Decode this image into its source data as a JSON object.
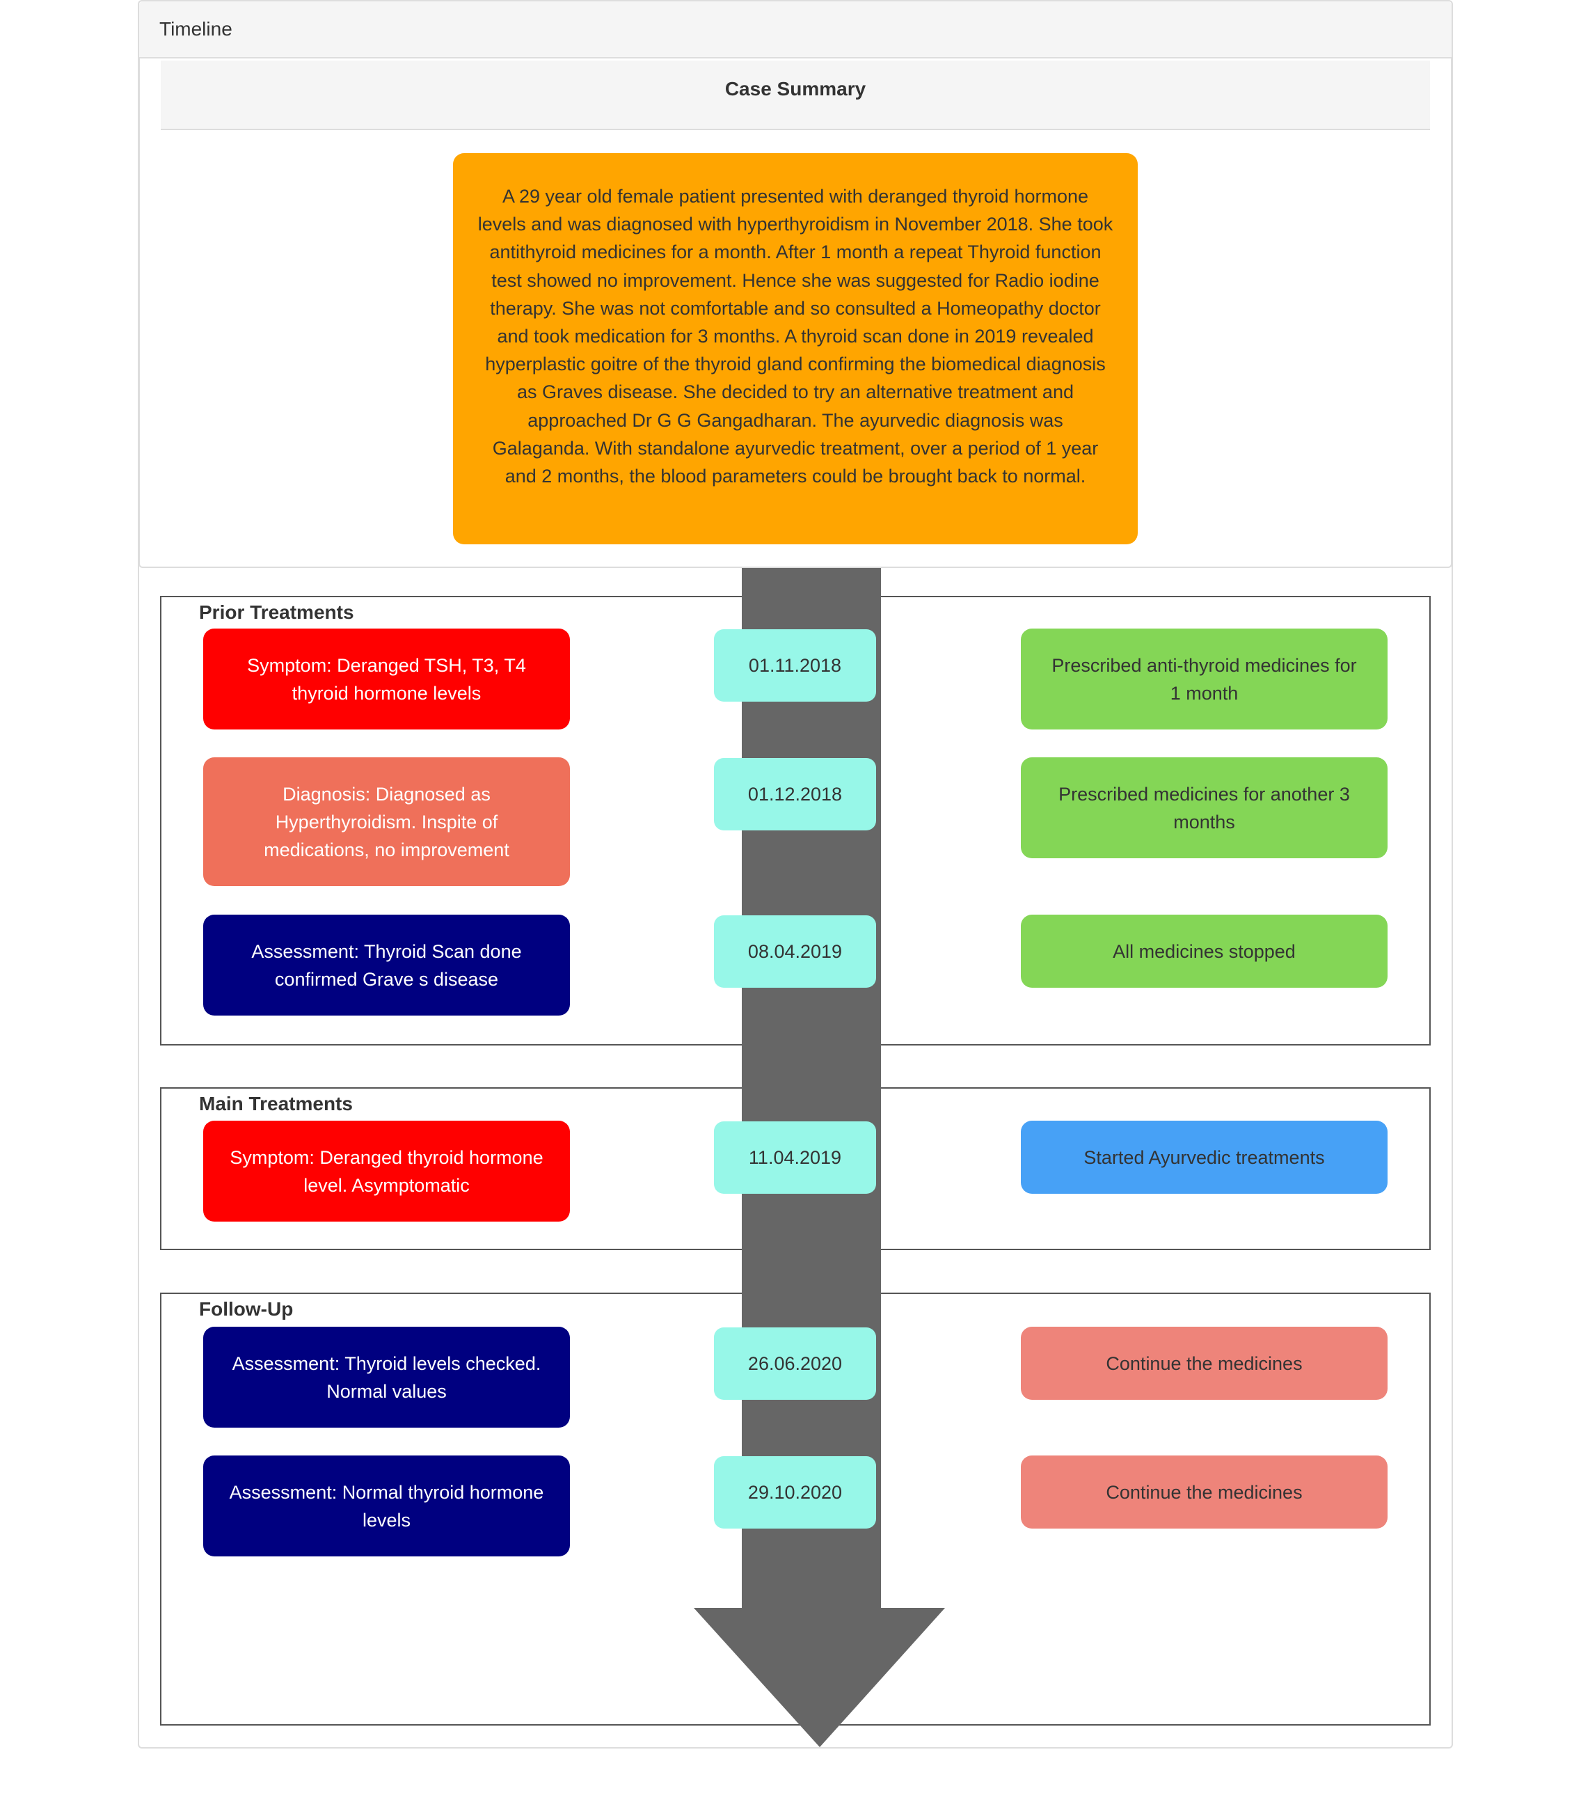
{
  "panel": {
    "title": "Timeline"
  },
  "summary": {
    "title": "Case Summary",
    "text": "A 29 year old female patient presented with deranged thyroid hormone levels and was diagnosed with hyperthyroidism in November 2018. She took antithyroid medicines for a month. After 1 month a repeat Thyroid function test showed no improvement. Hence she was suggested for Radio iodine therapy. She was not comfortable and so consulted a Homeopathy doctor and took medication for 3 months. A thyroid scan done in 2019 revealed hyperplastic goitre of the thyroid gland confirming the biomedical diagnosis as Graves disease. She decided to try an alternative treatment and approached Dr G G Gangadharan. The ayurvedic diagnosis was Galaganda. With standalone ayurvedic treatment, over a period of 1 year and 2 months, the blood parameters could be brought back to normal."
  },
  "sections": [
    {
      "label": "Prior Treatments",
      "rows": [
        {
          "left": "Symptom: Deranged TSH, T3, T4 thyroid hormone levels",
          "date": "01.11.2018",
          "right": "Prescribed anti-thyroid medicines for 1 month"
        },
        {
          "left": "Diagnosis: Diagnosed as Hyperthyroidism. Inspite of medications, no improvement",
          "date": "01.12.2018",
          "right": "Prescribed medicines for another 3 months"
        },
        {
          "left": "Assessment: Thyroid Scan done confirmed Grave s disease",
          "date": "08.04.2019",
          "right": "All medicines stopped"
        }
      ]
    },
    {
      "label": "Main Treatments",
      "rows": [
        {
          "left": "Symptom: Deranged thyroid hormone level. Asymptomatic",
          "date": "11.04.2019",
          "right": "Started Ayurvedic treatments"
        }
      ]
    },
    {
      "label": "Follow-Up",
      "rows": [
        {
          "left": "Assessment: Thyroid levels checked. Normal values",
          "date": "26.06.2020",
          "right": "Continue the medicines"
        },
        {
          "left": "Assessment: Normal thyroid hormone levels",
          "date": "29.10.2020",
          "right": "Continue the medicines"
        }
      ]
    }
  ],
  "colors": {
    "summary_card": "#ffa500",
    "symptom": "#ff0000",
    "diagnosis": "#ef705a",
    "assessment": "#000080",
    "date": "#97f7e8",
    "prior_action": "#84d656",
    "main_action": "#47a1f6",
    "followup_action": "#ee847a",
    "arrow": "#666666"
  }
}
